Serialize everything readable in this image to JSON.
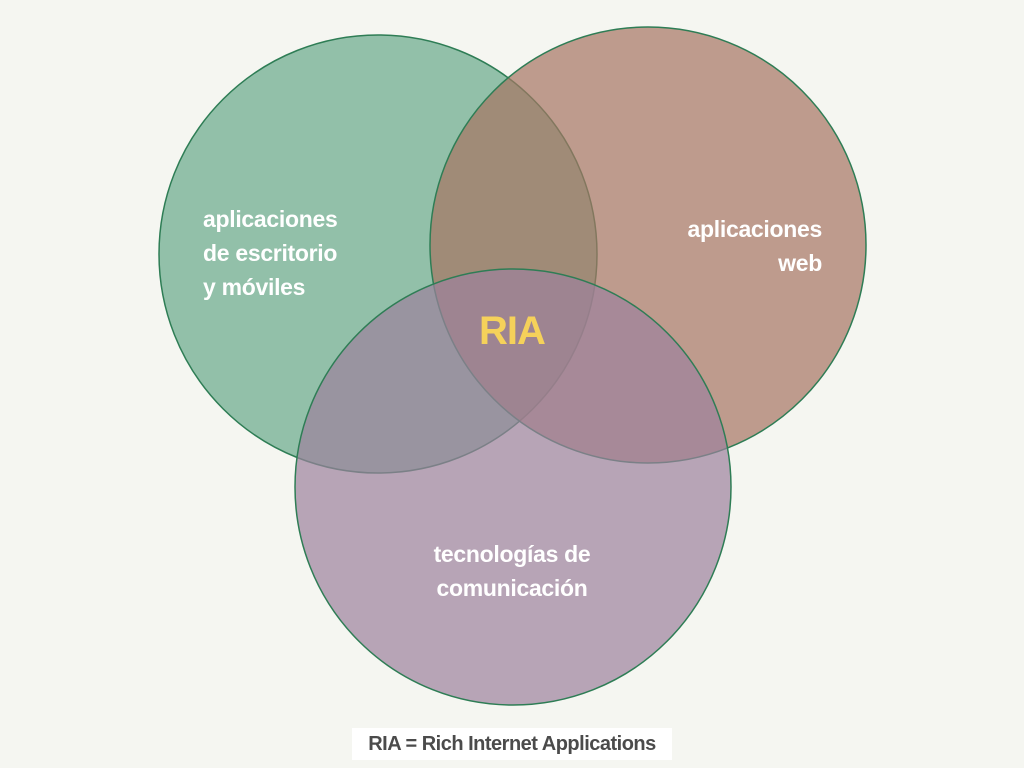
{
  "diagram": {
    "type": "venn",
    "sets": [
      {
        "id": "desktop",
        "label": "aplicaciones\nde escritorio\ny móviles",
        "color": "#68a98a"
      },
      {
        "id": "web",
        "label": "aplicaciones\nweb",
        "color": "#a67563"
      },
      {
        "id": "communication",
        "label": "tecnologías de\ncomunicación",
        "color": "#9d819d"
      }
    ],
    "intersection_label": "RIA",
    "intersection_color": "#f5d15a",
    "outline_color": "#2e7d55",
    "caption": "RIA = Rich Internet Applications"
  }
}
